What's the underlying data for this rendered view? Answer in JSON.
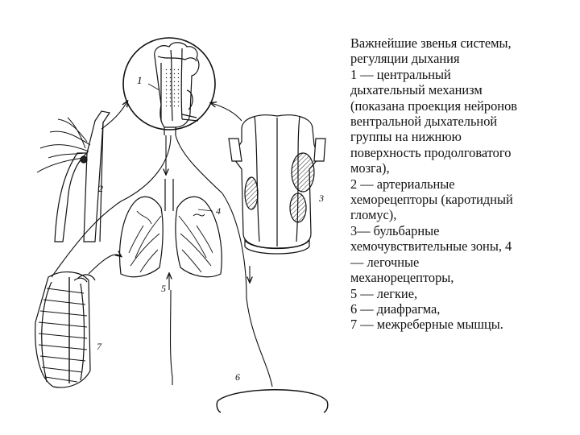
{
  "caption": {
    "lines": [
      "Важнейшие звенья системы,",
      "регуляции дыхания",
      "1 — центральный",
      "дыхательный механизм",
      "(показана проекция нейронов",
      "вентральной дыхательной",
      "группы на нижнюю",
      "поверхность продолговатого",
      "мозга),",
      "2 — артериальные",
      "хеморецепторы (каротидный",
      "гломус),",
      "3— бульбарные",
      "хемочувствительные зоны, 4",
      "— легочные",
      "механорецепторы,",
      "5 — легкие,",
      "6 — диафрагма,",
      "7 — межреберные мышцы."
    ]
  },
  "diagram": {
    "labels": {
      "l1": "1",
      "l2": "2",
      "l3": "3",
      "l4": "4",
      "l5": "5",
      "l6": "6",
      "l7": "7"
    }
  }
}
